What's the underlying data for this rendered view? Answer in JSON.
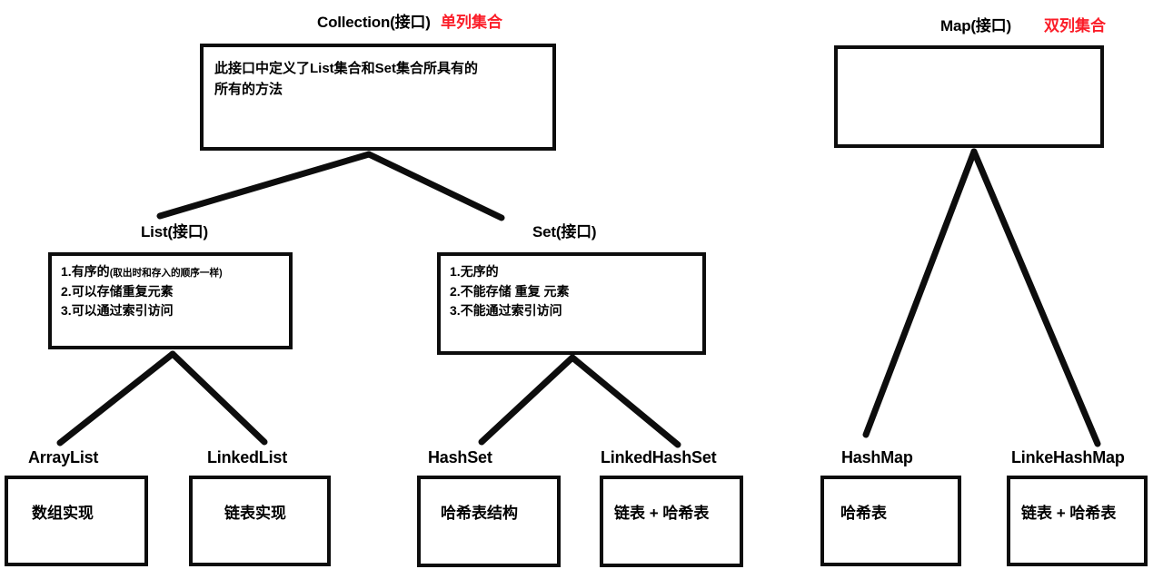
{
  "diagram": {
    "title": "Java Collection / Map Framework",
    "colors": {
      "stroke": "#0d0d0d",
      "text": "#000000",
      "accent_red": "#fb1d28",
      "background": "#ffffff"
    }
  },
  "collection": {
    "title": "Collection(接口)",
    "tag": "单列集合",
    "body_lines": [
      "此接口中定义了List集合和Set集合所具有的",
      "所有的方法"
    ]
  },
  "list": {
    "title": "List(接口)",
    "items": [
      {
        "num": "1.",
        "main": "有序的",
        "detail": "(取出时和存入的顺序一样)"
      },
      {
        "num": "2.",
        "main": "可以存储重复元素",
        "detail": ""
      },
      {
        "num": "3.",
        "main": "可以通过索引访问",
        "detail": ""
      }
    ]
  },
  "set": {
    "title": "Set(接口)",
    "items": [
      {
        "num": "1.",
        "main": "无序的",
        "detail": ""
      },
      {
        "num": "2.",
        "main": "不能存储 重复 元素",
        "detail": ""
      },
      {
        "num": "3.",
        "main": "不能通过索引访问",
        "detail": ""
      }
    ]
  },
  "map": {
    "title": "Map(接口)",
    "tag": "双列集合",
    "body_lines": []
  },
  "leaves": {
    "array_list": {
      "title": "ArrayList",
      "body": "数组实现"
    },
    "linked_list": {
      "title": "LinkedList",
      "body": "链表实现"
    },
    "hash_set": {
      "title": "HashSet",
      "body": "哈希表结构"
    },
    "linked_hash_set": {
      "title": "LinkedHashSet",
      "body": "链表 + 哈希表"
    },
    "hash_map": {
      "title": "HashMap",
      "body": "哈希表"
    },
    "linked_hash_map": {
      "title": "LinkeHashMap",
      "body": "链表 + 哈希表"
    }
  }
}
